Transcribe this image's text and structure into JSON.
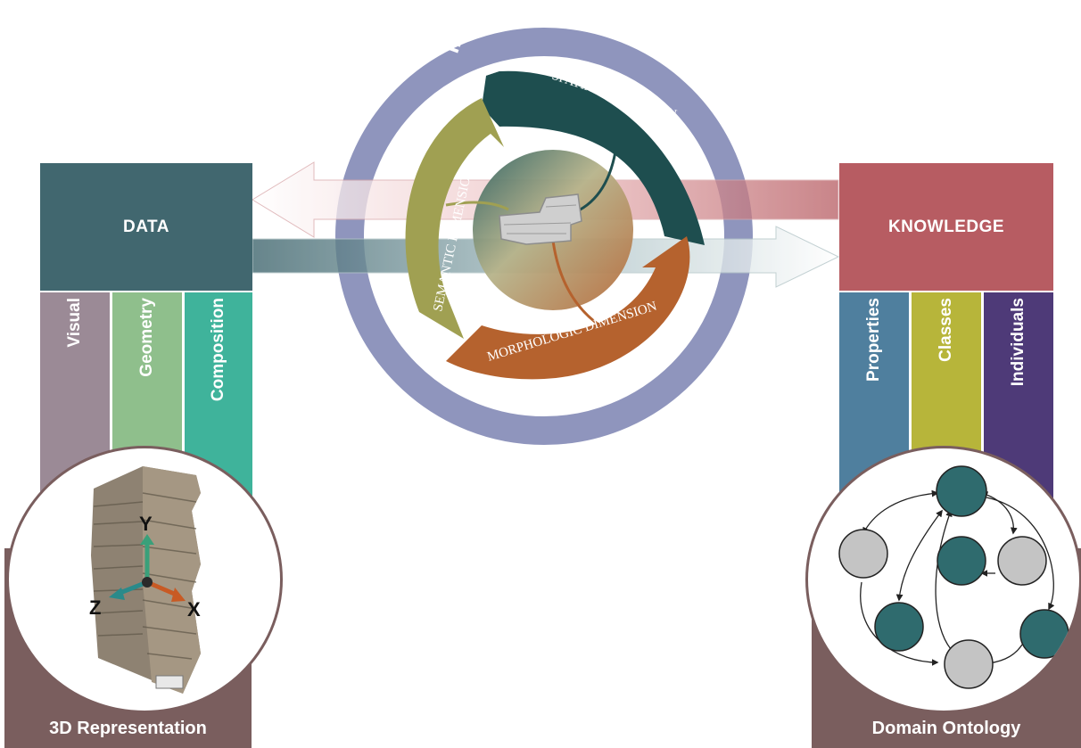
{
  "information": {
    "title": "INFORMATION"
  },
  "dimensions": {
    "spatial": "SPATIAL DIMENSION",
    "semantic": "SEMANTIC DIMENSION",
    "morphologic": "MORPHOLOGIC DIMENSION"
  },
  "data": {
    "title": "DATA",
    "columns": [
      "Visual",
      "Geometry",
      "Composition"
    ],
    "footer": "3D Representation",
    "axes": {
      "x": "X",
      "y": "Y",
      "z": "Z"
    }
  },
  "knowledge": {
    "title": "KNOWLEDGE",
    "columns": [
      "Properties",
      "Classes",
      "Individuals"
    ],
    "footer": "Domain Ontology"
  },
  "colors": {
    "data": "#41676f",
    "knowledge": "#b75c62",
    "visual": "#9b8a96",
    "geometry": "#8fbf8c",
    "composition": "#3fb39b",
    "properties": "#4f7f9e",
    "classes": "#b7b53a",
    "individuals": "#4e3a78",
    "ring": "#8f95bd",
    "spatial": "#1e4e4f",
    "semantic": "#a0a052",
    "morphologic": "#b5622e",
    "base": "#7a5e5e",
    "node_teal": "#2f6b6e",
    "node_gray": "#c4c4c4"
  }
}
